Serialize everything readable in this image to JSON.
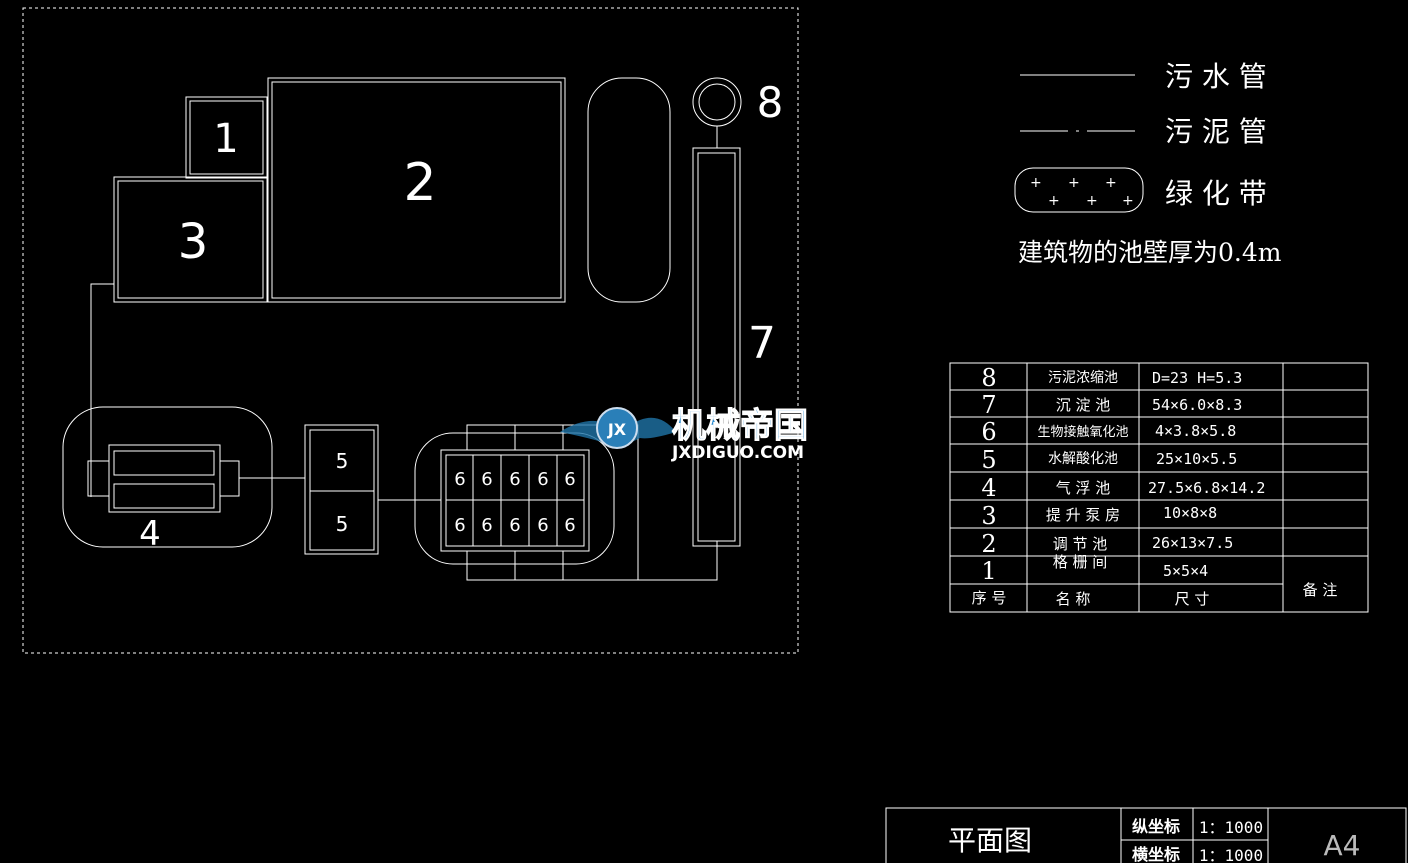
{
  "drawing": {
    "unit_labels": [
      "1",
      "2",
      "3",
      "4",
      "5",
      "5",
      "6",
      "7",
      "8"
    ],
    "cells_6": [
      "6",
      "6",
      "6",
      "6",
      "6",
      "6",
      "6",
      "6",
      "6",
      "6"
    ]
  },
  "legend": {
    "items": [
      {
        "label": "污 水 管"
      },
      {
        "label": "污 泥 管"
      },
      {
        "label": "绿 化 带"
      }
    ],
    "note": "建筑物的池壁厚为0.4m"
  },
  "table": {
    "rows": [
      {
        "no": "8",
        "name": "污泥浓缩池",
        "size": "D=23 H=5.3"
      },
      {
        "no": "7",
        "name": "沉 淀 池",
        "size": "54×6.0×8.3"
      },
      {
        "no": "6",
        "name": "生物接触氧化池",
        "size": "4×3.8×5.8"
      },
      {
        "no": "5",
        "name": "水解酸化池",
        "size": "25×10×5.5"
      },
      {
        "no": "4",
        "name": "气 浮 池",
        "size": "27.5×6.8×14.2"
      },
      {
        "no": "3",
        "name": "提 升 泵 房",
        "size": "10×8×8"
      },
      {
        "no": "2",
        "name": "调 节 池",
        "size": "26×13×7.5"
      },
      {
        "no": "1",
        "name": "格 栅 间",
        "size": "5×5×4"
      }
    ],
    "header": {
      "no": "序 号",
      "name": "名 称",
      "size": "尺 寸",
      "remark": "备 注"
    }
  },
  "watermark": {
    "text": "机械帝国",
    "sub": "JXDIGUO.COM",
    "badge": "JX"
  },
  "title_block": {
    "title": "平面图",
    "row1_label": "纵坐标",
    "row1_value": "1：1000",
    "row2_label": "横坐标",
    "row2_value": "1：1000",
    "sheet": "A4"
  }
}
